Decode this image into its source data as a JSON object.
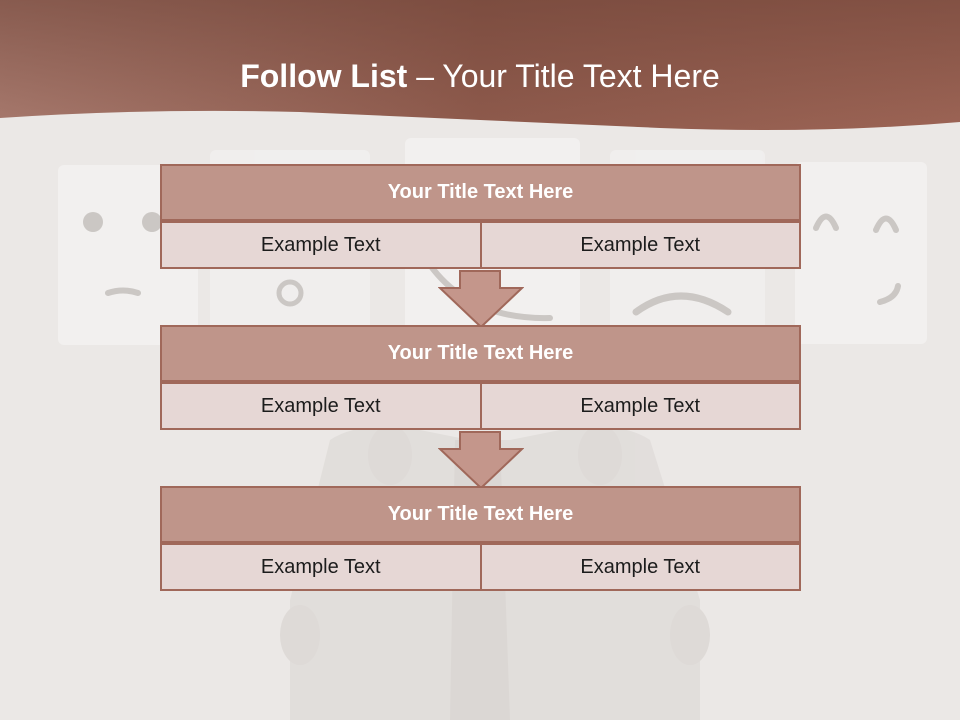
{
  "slide": {
    "title_bold": "Follow List",
    "title_rest": " – Your Title Text Here"
  },
  "blocks": [
    {
      "title": "Your Title Text Here",
      "left": "Example Text",
      "right": "Example Text"
    },
    {
      "title": "Your Title Text Here",
      "left": "Example Text",
      "right": "Example Text"
    },
    {
      "title": "Your Title Text Here",
      "left": "Example Text",
      "right": "Example Text"
    }
  ],
  "colors": {
    "header_band": "#9c6455",
    "block_head": "#bf958a",
    "block_cell": "#e6d7d5",
    "block_border": "#a0685a",
    "arrow_fill": "#c4968b"
  }
}
